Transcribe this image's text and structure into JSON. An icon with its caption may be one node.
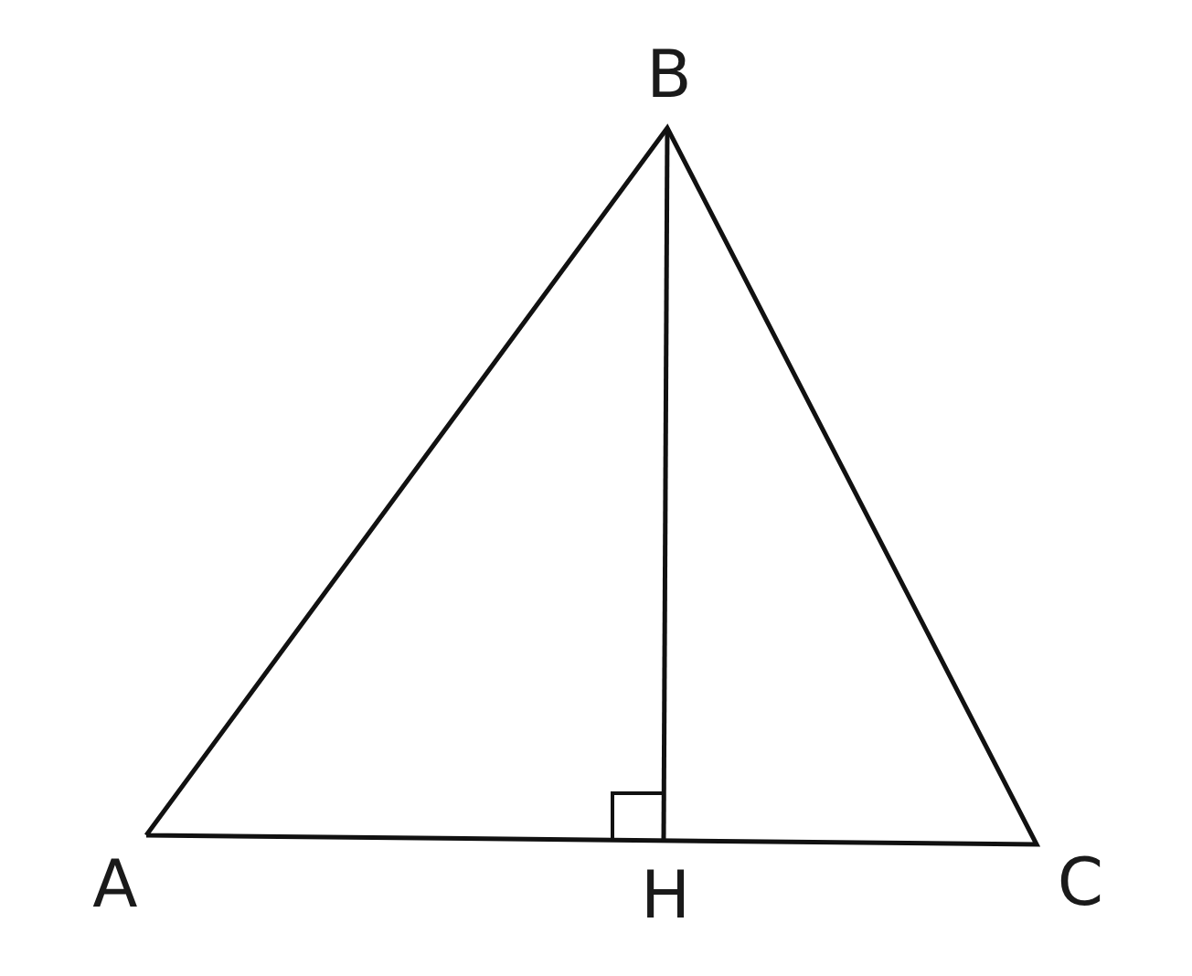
{
  "diagram": {
    "labels": [
      "B",
      "A",
      "H",
      "C"
    ]
  }
}
